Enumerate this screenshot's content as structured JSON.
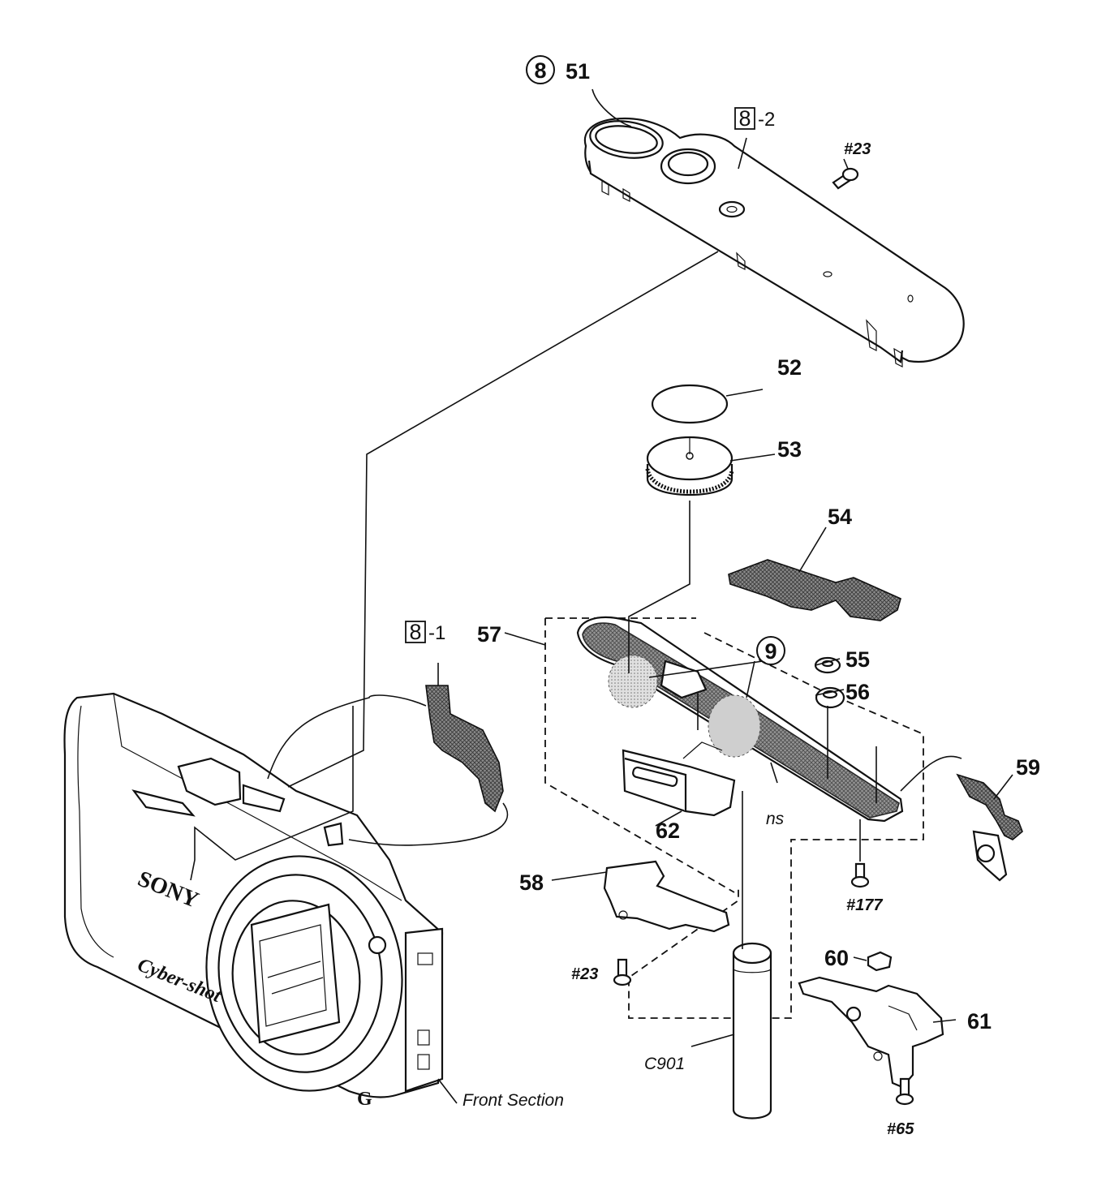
{
  "diagram": {
    "circled_labels": [
      "8",
      "9"
    ],
    "part_numbers": [
      "51",
      "52",
      "53",
      "54",
      "55",
      "56",
      "57",
      "58",
      "59",
      "60",
      "61",
      "62"
    ],
    "boxed_refs": [
      {
        "box": "8",
        "suffix": "-2"
      },
      {
        "box": "8",
        "suffix": "-1"
      }
    ],
    "screws": [
      "#23",
      "#23",
      "#177",
      "#65"
    ],
    "annotations": {
      "ns": "ns",
      "capacitor": "C901",
      "front_section": "Front Section"
    },
    "camera_markings": {
      "brand": "SONY",
      "model": "Cyber-shot",
      "lens_mark": "G"
    }
  }
}
